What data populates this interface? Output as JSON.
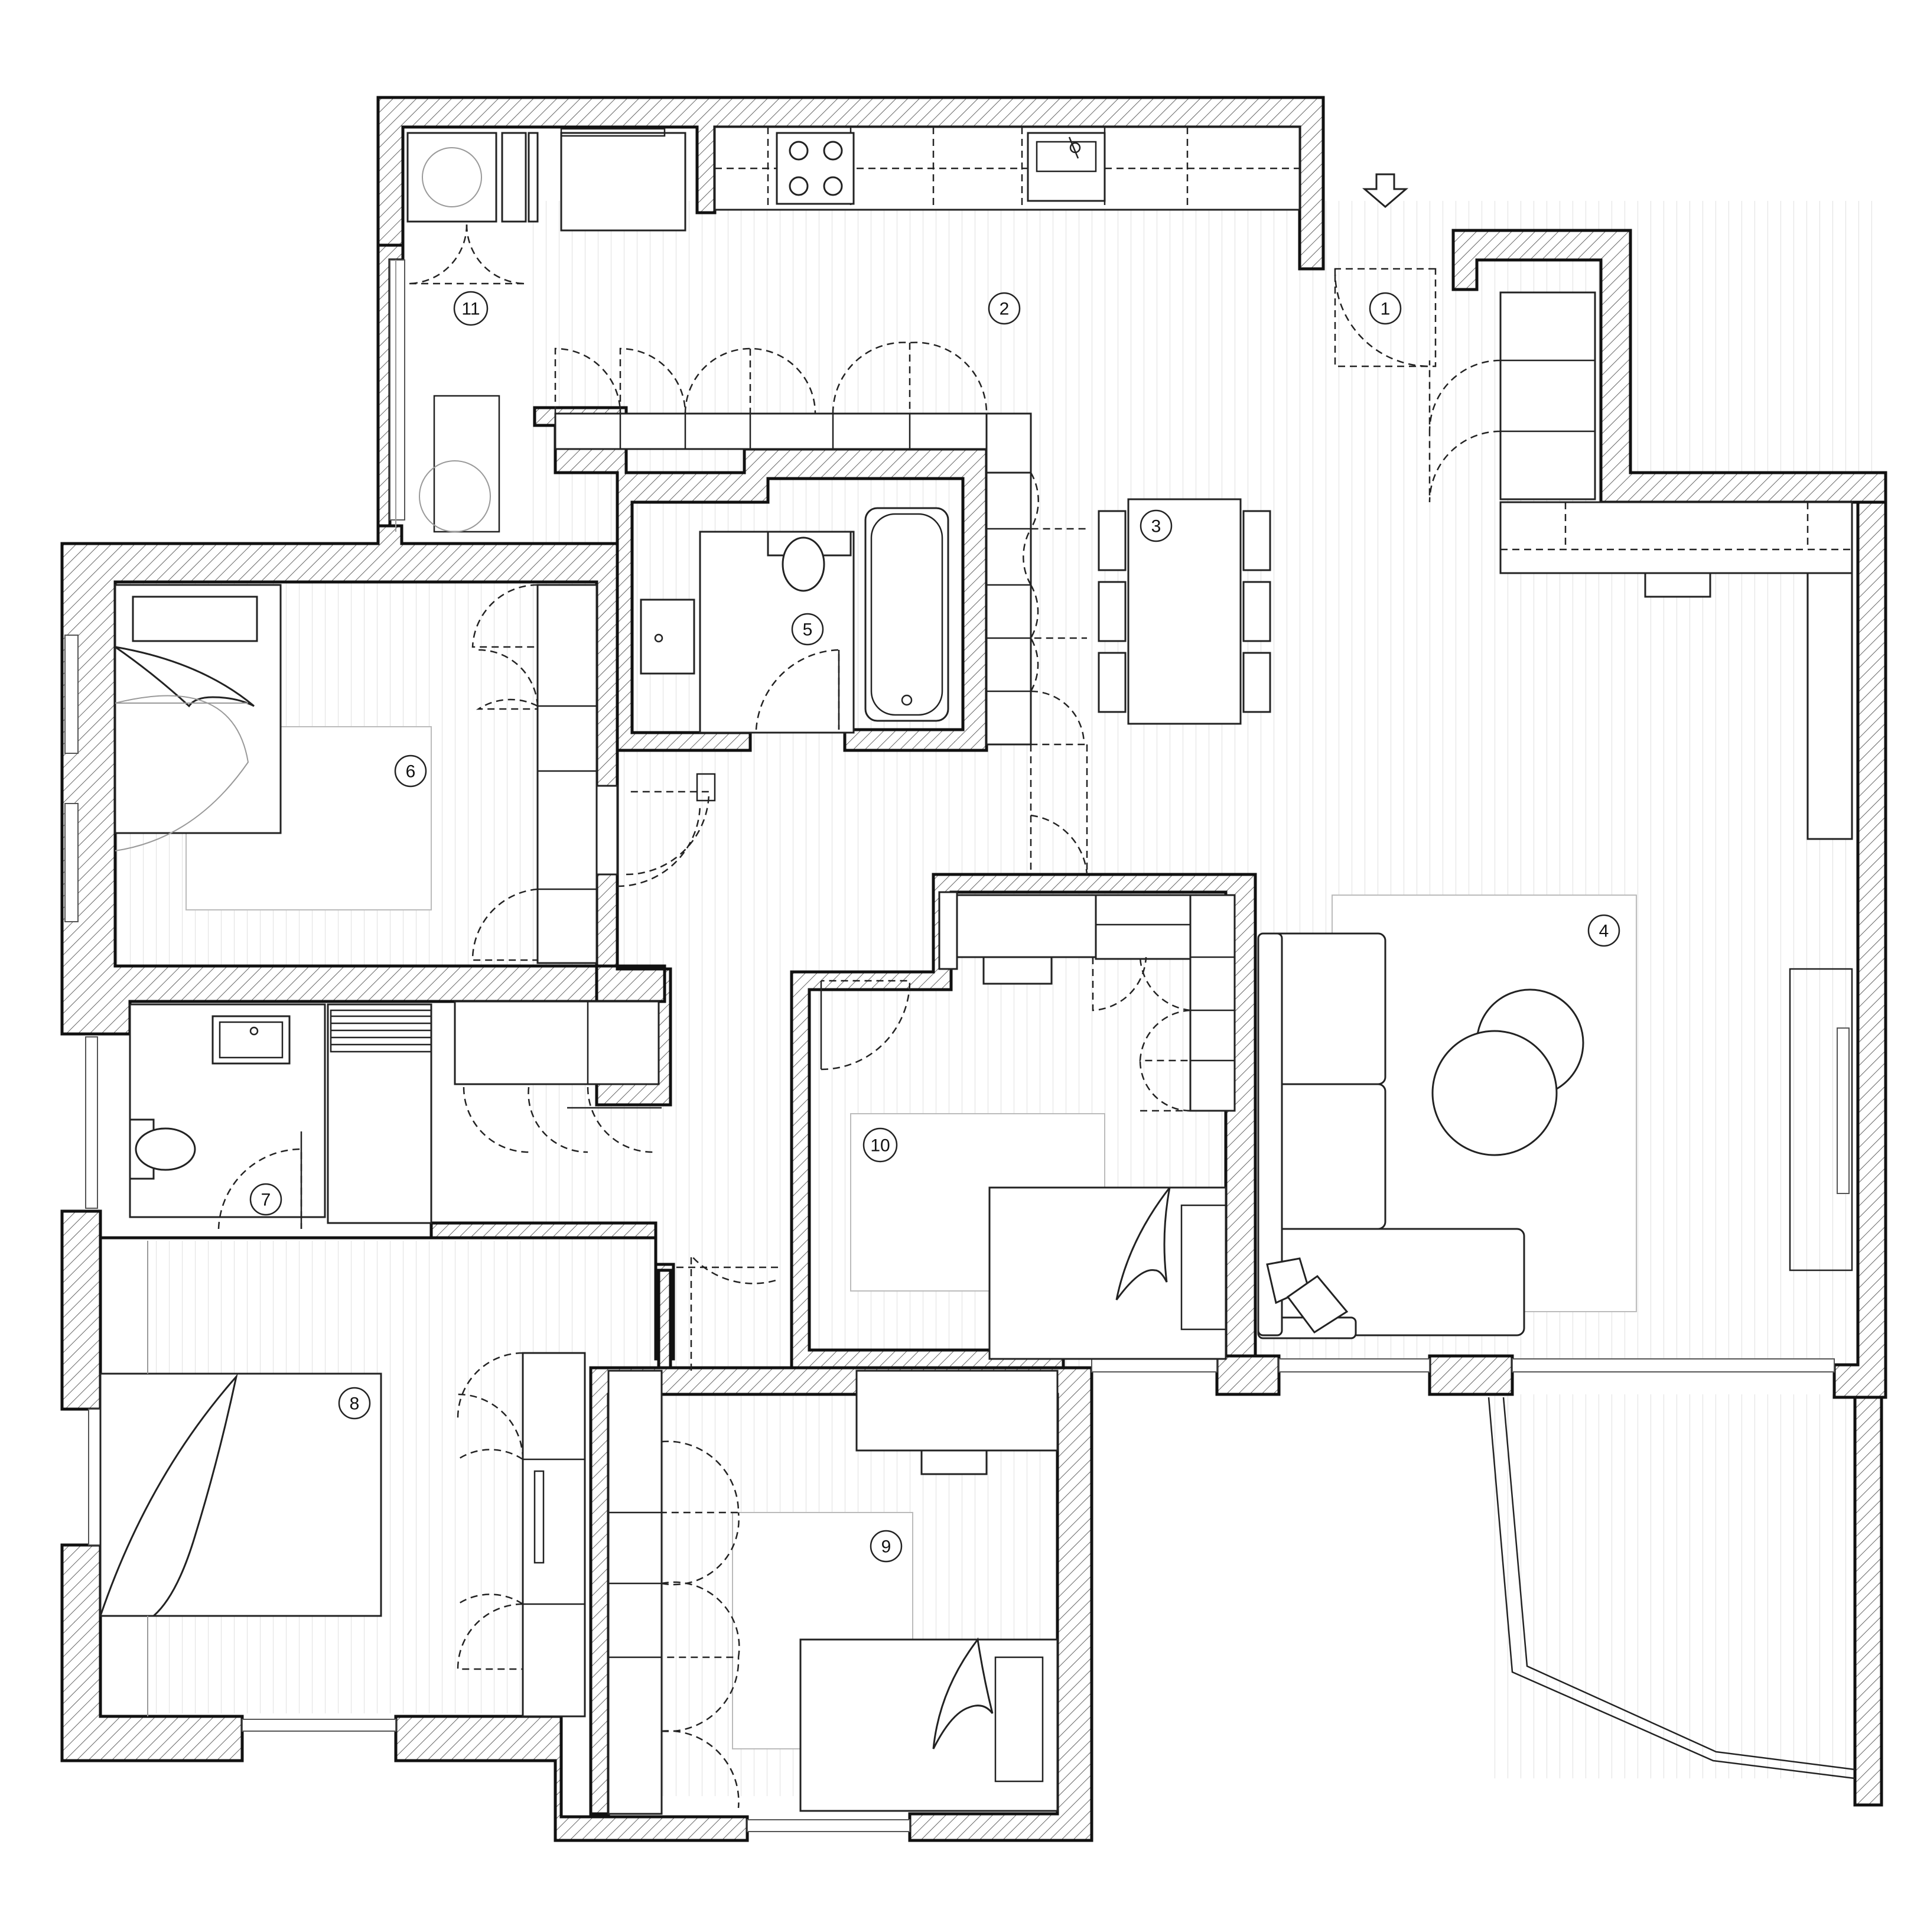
{
  "rooms": [
    {
      "id": "entrance",
      "label": "1"
    },
    {
      "id": "kitchen",
      "label": "2"
    },
    {
      "id": "dining",
      "label": "3"
    },
    {
      "id": "living",
      "label": "4"
    },
    {
      "id": "bathroom",
      "label": "5"
    },
    {
      "id": "bedroom-a",
      "label": "6"
    },
    {
      "id": "wc",
      "label": "7"
    },
    {
      "id": "bedroom-b",
      "label": "8"
    },
    {
      "id": "bedroom-c",
      "label": "9"
    },
    {
      "id": "bedroom-d",
      "label": "10"
    },
    {
      "id": "laundry",
      "label": "11"
    }
  ],
  "icons": {
    "entry": "down-arrow-icon"
  }
}
